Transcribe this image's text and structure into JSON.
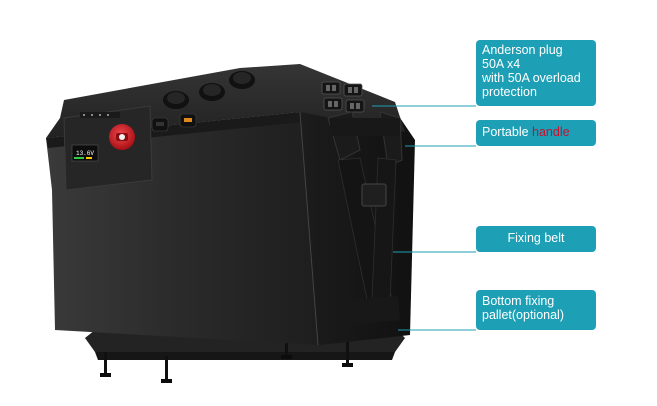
{
  "callouts": {
    "anderson": {
      "lines": [
        "Anderson plug",
        "50A x4",
        "with 50A overload",
        "protection"
      ]
    },
    "handle": {
      "label": "Portable ",
      "label_accent": "handle"
    },
    "belt": {
      "label": "Fixing belt"
    },
    "pallet": {
      "lines": [
        "Bottom fixing",
        "pallet(optional)"
      ]
    }
  },
  "panel": {
    "display_reading": "13.6V"
  },
  "colors": {
    "callout_bg": "#1d9fb5",
    "leader_line": "#1d9fb5",
    "box_body": "#2b2b2b",
    "accent_text": "#c8102e",
    "switch_red": "#d71920"
  },
  "icons": {
    "power_switch": "red-rotary-switch-icon",
    "usb_port": "usb-port-icon",
    "socket": "round-socket-icon",
    "anderson_plug": "anderson-plug-icon"
  }
}
